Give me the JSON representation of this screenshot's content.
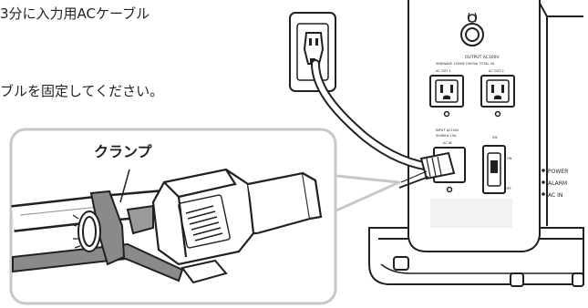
{
  "instructions": {
    "line1": "3分に入力用ACケーブル",
    "line2": "ブルを固定してください。"
  },
  "callout": {
    "label": "クランプ"
  },
  "unit": {
    "output_header": "OUTPUT  AC100V",
    "output_sub": "SINEWAVE 1500W 1500VA  TOTAL 3A",
    "outlet1_label": "AC OUT 1",
    "outlet2_label": "AC OUT 2",
    "input_header": "INPUT  AC100V",
    "input_sub": "50/60Hz 15A",
    "ac_in_label": "AC IN",
    "switch_label": "SW",
    "switch_on": "ON",
    "switch_off": "OFF"
  },
  "indicators": [
    {
      "label": "POWER"
    },
    {
      "label": "ALARM"
    },
    {
      "label": "AC IN"
    }
  ],
  "colors": {
    "stroke": "#231f20",
    "callout_border": "#c8c8c8",
    "clamp_fill": "#8a8a8a",
    "panel_fill": "#f2f2f2"
  }
}
